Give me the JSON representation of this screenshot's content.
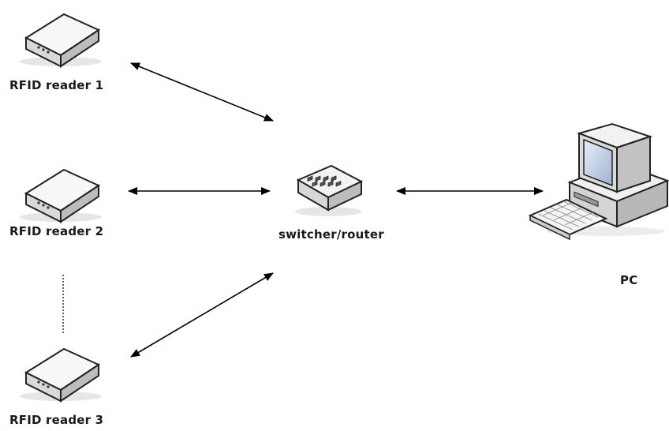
{
  "nodes": {
    "reader_1": {
      "label": "RFID reader 1"
    },
    "reader_2": {
      "label": "RFID reader 2"
    },
    "reader_3": {
      "label": "RFID reader 3"
    },
    "switch": {
      "label": "switcher/router"
    },
    "pc": {
      "label": "PC"
    }
  },
  "edges": [
    {
      "from": "reader_1",
      "to": "switch",
      "style": "double-arrow"
    },
    {
      "from": "reader_2",
      "to": "switch",
      "style": "double-arrow"
    },
    {
      "from": "reader_3",
      "to": "switch",
      "style": "double-arrow"
    },
    {
      "from": "switch",
      "to": "pc",
      "style": "double-arrow"
    }
  ],
  "colors": {
    "line": "#000000",
    "device_top": "#f4f4f4",
    "device_side": "#cfcfcf",
    "screen": "#c9d6e8"
  },
  "icons": [
    "rfid-reader-icon",
    "switch-router-icon",
    "desktop-pc-icon"
  ]
}
